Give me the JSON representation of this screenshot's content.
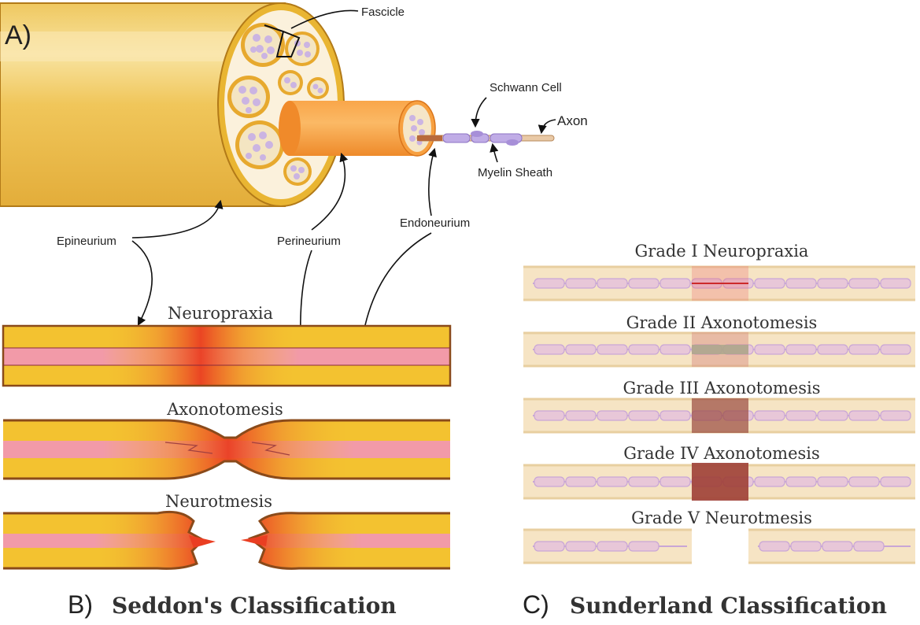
{
  "panel_a": {
    "letter": "A)",
    "labels": {
      "fascicle": "Fascicle",
      "schwann_cell": "Schwann Cell",
      "axon": "Axon",
      "myelin_sheath": "Myelin Sheath",
      "epineurium": "Epineurium",
      "perineurium": "Perineurium",
      "endoneurium": "Endoneurium"
    }
  },
  "panel_b": {
    "letter": "B)",
    "title": "Seddon's Classification",
    "injuries": [
      "Neuropraxia",
      "Axonotomesis",
      "Neurotmesis"
    ]
  },
  "panel_c": {
    "letter": "C)",
    "title": "Sunderland Classification",
    "grades": [
      "Grade I Neuropraxia",
      "Grade II Axonotomesis",
      "Grade III Axonotomesis",
      "Grade IV Axonotomesis",
      "Grade V Neurotmesis"
    ]
  },
  "colors": {
    "epineurium": "#f2c14e",
    "epineurium_edge": "#8a4a1a",
    "perineurium": "#f7943a",
    "endoneurium": "#f29aa8",
    "injury": "#ea4a2a",
    "myelin": "#b9a7e0",
    "grade_band": "#f6e4c4"
  }
}
